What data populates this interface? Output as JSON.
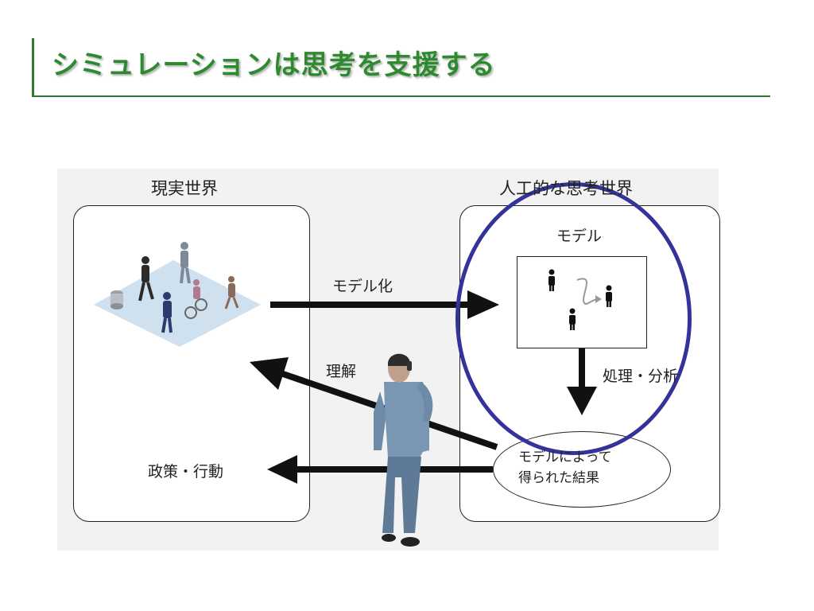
{
  "slide": {
    "title": "シミュレーションは思考を支援する"
  },
  "diagram": {
    "real_world_label": "現実世界",
    "artificial_world_label": "人工的な思考世界",
    "model_label": "モデル",
    "modeling_label": "モデル化",
    "understanding_label": "理解",
    "processing_label": "処理・分析",
    "policy_label": "政策・行動",
    "result_label_line1": "モデルによって",
    "result_label_line2": "得られた結果"
  },
  "colors": {
    "title_green": "#2d8a2f",
    "highlight_ellipse": "#33339a",
    "diagram_bg": "#f2f2f2"
  }
}
